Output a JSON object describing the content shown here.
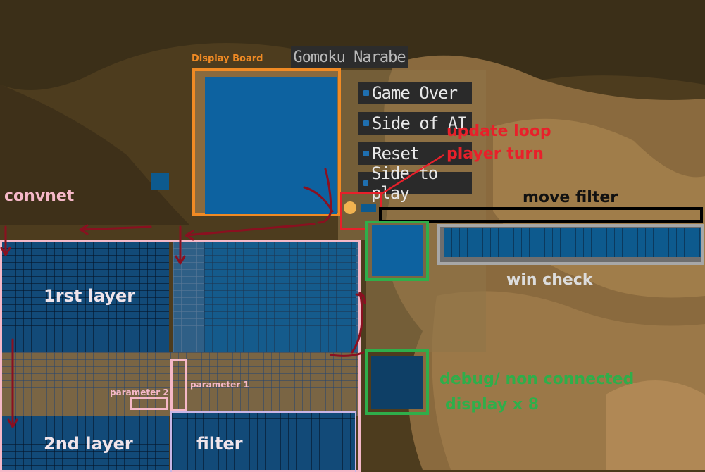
{
  "title": "Gomoku Narabe",
  "menu": [
    {
      "label": "Game Over"
    },
    {
      "label": "Side of AI"
    },
    {
      "label": "Reset"
    },
    {
      "label": "Side to play"
    }
  ],
  "annotations": {
    "display_board": "Display Board",
    "update_loop": "update loop",
    "player_turn": "player turn",
    "move_filter": "move filter",
    "win_check": "win check",
    "convnet": "convnet",
    "first_layer": "1rst layer",
    "second_layer": "2nd layer",
    "filter": "filter",
    "parameter_1": "parameter 1",
    "parameter_2": "parameter 2",
    "debug_line1": "debug/ non connected",
    "debug_line2": "display x 8"
  },
  "colors": {
    "display_board_box": "#f08a24",
    "update_loop": "#e8202a",
    "move_filter_box": "#000000",
    "win_check_box": "#a7a7a7",
    "convnet_box": "#f5b8c8",
    "debug_box": "#2fae4a",
    "flow_arrows": "#8a1020",
    "board_blue": "#0d5a8e"
  },
  "icons": {
    "turn_indicator": "orange-circle-icon",
    "menu_bullet": "blue-square-icon"
  }
}
